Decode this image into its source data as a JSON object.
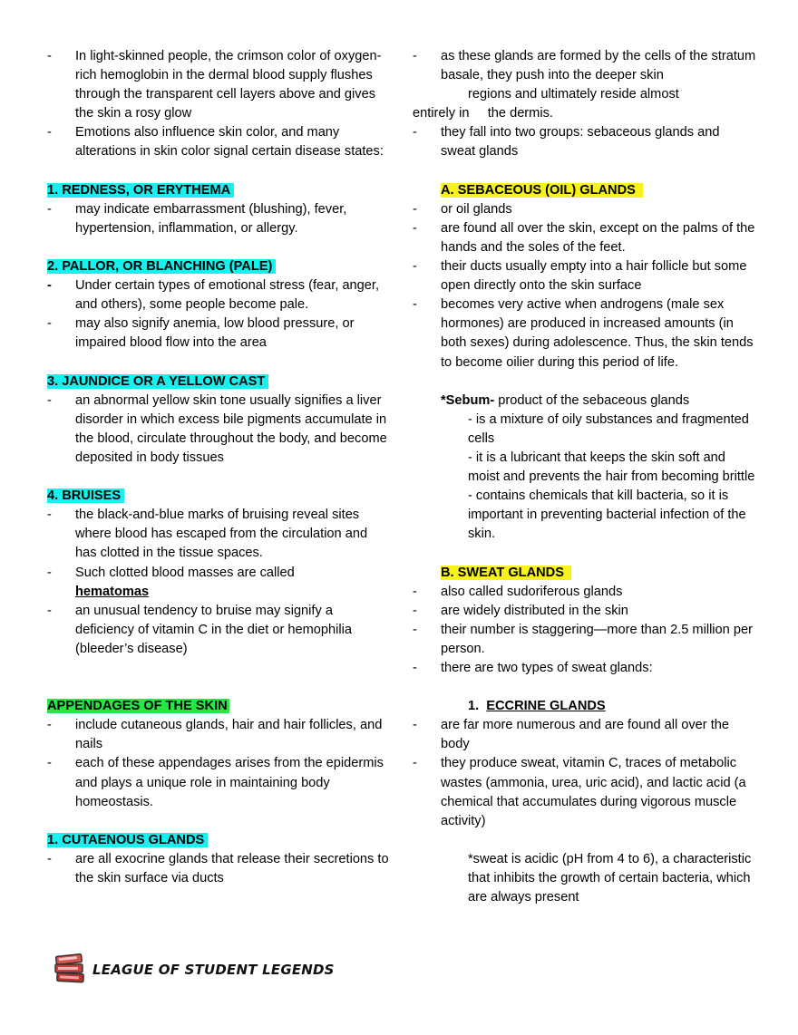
{
  "left": {
    "intro": [
      "In light-skinned people, the crimson color of oxygen-rich hemoglobin in the dermal blood supply flushes through the transparent cell layers above and gives the skin a rosy glow",
      "Emotions also influence skin color, and many alterations in skin color signal certain disease states:"
    ],
    "redness": {
      "title": "1.  REDNESS, OR ERYTHEMA",
      "items": [
        "may indicate embarrassment (blushing), fever, hypertension, inflammation, or allergy."
      ]
    },
    "pallor": {
      "title": "2.  PALLOR, OR BLANCHING (PALE)",
      "items": [
        "Under certain types of emotional stress (fear, anger, and others), some people become pale.",
        "may also signify anemia, low blood pressure, or impaired blood flow into the area"
      ]
    },
    "jaundice": {
      "title": "3.  JAUNDICE OR A YELLOW CAST",
      "items": [
        "an abnormal yellow skin tone usually signifies a liver disorder in which excess bile pigments accumulate in the blood, circulate throughout the body, and become deposited in body tissues"
      ]
    },
    "bruises": {
      "title": "4.  BRUISES",
      "item1": "the black-and-blue marks of bruising reveal sites where blood has escaped from the circulation and has clotted in the tissue spaces.",
      "item2_pre": "Such clotted blood masses are called",
      "item2_term": "hematomas",
      "item3": "an unusual tendency to bruise may signify a deficiency of vitamin C in the diet or hemophilia (bleeder’s disease)"
    },
    "appendages": {
      "title": "APPENDAGES OF THE SKIN",
      "items": [
        "include cutaneous glands, hair and hair follicles, and nails",
        "each of these appendages arises from the epidermis and plays a unique role in maintaining body homeostasis."
      ]
    },
    "cutaneous": {
      "title": "1.  CUTAENOUS GLANDS",
      "items": [
        "are all exocrine glands that release their secretions to the skin surface via ducts"
      ]
    }
  },
  "right": {
    "formed_line1": "as these glands are formed by the cells of the stratum basale, they push into the deeper skin",
    "formed_line2": "regions and ultimately reside almost",
    "formed_line3": "entirely in     the dermis.",
    "groups": "they fall into two groups: sebaceous glands and sweat glands",
    "sebaceous": {
      "title": "A.  SEBACEOUS (OIL) GLANDS",
      "items": [
        "or oil glands",
        "are found all over the skin, except on the palms of the hands and the soles of the feet.",
        "their ducts usually empty into a hair follicle but some open directly onto the skin surface",
        "becomes very active when androgens (male sex hormones) are produced in increased amounts (in both sexes) during adolescence. Thus, the skin tends to become oilier during this period of life."
      ],
      "sebum_term": "*Sebum-",
      "sebum_def": " product of the sebaceous glands",
      "sebum_points": [
        "- is a mixture of oily substances and fragmented cells",
        "- it is a lubricant that keeps the skin soft and moist and prevents the hair from becoming brittle",
        "- contains chemicals that kill bacteria, so it is important in preventing bacterial infection of the skin."
      ]
    },
    "sweat": {
      "title": "B.  SWEAT GLANDS",
      "items": [
        "also called sudoriferous glands",
        "are widely distributed in the skin",
        "their number is staggering—more than 2.5 million per person.",
        "there are two types of sweat glands:"
      ]
    },
    "eccrine": {
      "num": "1.",
      "title": "ECCRINE GLANDS",
      "items": [
        "are far more numerous and are found all over the body",
        "they produce sweat, vitamin C, traces of metabolic wastes (ammonia, urea, uric acid), and lactic acid (a chemical that accumulates during vigorous muscle activity)"
      ],
      "note": "*sweat is acidic (pH from 4 to 6), a characteristic that inhibits the growth of certain bacteria, which are always present"
    }
  },
  "footer": {
    "brand": "LEAGUE OF STUDENT LEGENDS",
    "logo_icon": "book-stack-icon",
    "colors": {
      "cyan": "#18f0f0",
      "green": "#25e845",
      "yellow": "#f7f31a"
    }
  }
}
